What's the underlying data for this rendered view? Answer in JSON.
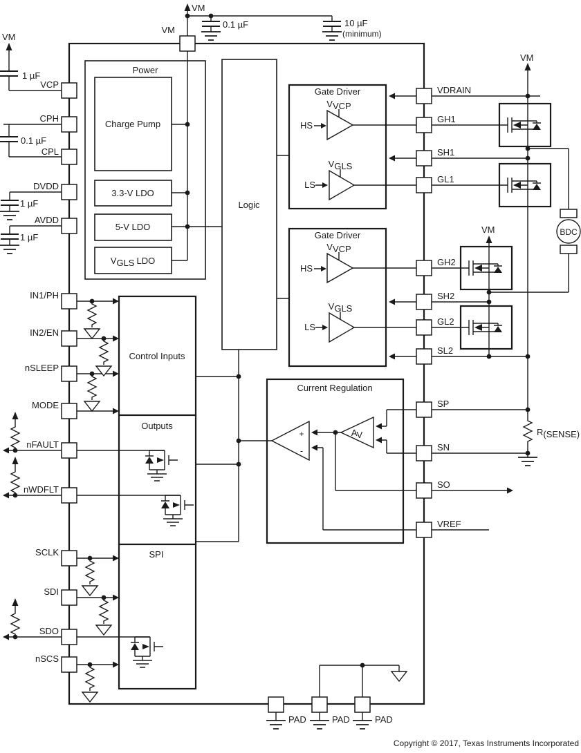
{
  "nets": {
    "vm": "VM"
  },
  "external": {
    "cap_1uf": "1 µF",
    "cap_01uf": "0.1 µF",
    "cap_10uf": "10 µF",
    "cap_10uf_note": "(minimum)",
    "rsense": "R",
    "rsense_sub": "(SENSE)",
    "motor": "BDC"
  },
  "blocks": {
    "power": "Power",
    "charge_pump": "Charge Pump",
    "ldo_33": "3.3-V LDO",
    "ldo_5": "5-V LDO",
    "ldo_vgls_v": "V",
    "ldo_vgls_sub": "GLS",
    "ldo_vgls_rest": "LDO",
    "logic": "Logic",
    "gate_driver": "Gate Driver",
    "control_inputs": "Control Inputs",
    "outputs": "Outputs",
    "spi": "SPI",
    "current_regulation": "Current Regulation"
  },
  "amp": {
    "hs": "HS",
    "ls": "LS",
    "v": "V",
    "sub_vcp": "VCP",
    "sub_gls": "GLS",
    "av_a": "A",
    "av_sub": "V",
    "plus": "+",
    "minus": "-"
  },
  "pins": {
    "left": [
      "VCP",
      "CPH",
      "CPL",
      "DVDD",
      "AVDD",
      "IN1/PH",
      "IN2/EN",
      "nSLEEP",
      "MODE",
      "nFAULT",
      "nWDFLT",
      "SCLK",
      "SDI",
      "SDO",
      "nSCS"
    ],
    "right": [
      "VDRAIN",
      "GH1",
      "SH1",
      "GL1",
      "GH2",
      "SH2",
      "GL2",
      "SL2",
      "SP",
      "SN",
      "SO",
      "VREF"
    ],
    "bottom": [
      "PAD",
      "PAD",
      "PAD"
    ]
  },
  "footer": {
    "copyright": "Copyright © 2017, Texas Instruments Incorporated"
  }
}
